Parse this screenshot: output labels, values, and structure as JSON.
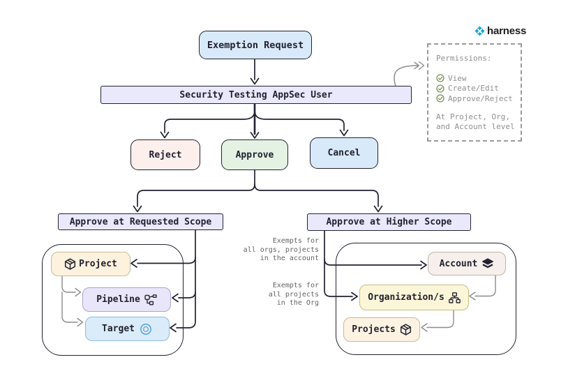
{
  "brand": {
    "name": "harness",
    "mark_color": "#0da5e0"
  },
  "flow": {
    "exemption": "Exemption Request",
    "appsec_user": "Security Testing AppSec User",
    "reject": "Reject",
    "approve": "Approve",
    "cancel": "Cancel",
    "requested_scope": "Approve at Requested Scope",
    "higher_scope": "Approve at Higher Scope"
  },
  "requested_scope_group": {
    "project": "Project",
    "pipeline": "Pipeline",
    "target": "Target"
  },
  "higher_scope_group": {
    "account": "Account",
    "organizations": "Organization/s",
    "projects": "Projects"
  },
  "permissions": {
    "title": "Permissions:",
    "items": [
      "View",
      "Create/Edit",
      "Approve/Reject"
    ],
    "footer_line1": "At Project, Org,",
    "footer_line2": "and Account level"
  },
  "annotations": {
    "account_note_line1": "Exempts for",
    "account_note_line2": "all orgs, projects",
    "account_note_line3": "in the account",
    "org_note_line1": "Exempts for",
    "org_note_line2": "all projects",
    "org_note_line3": "in the Org"
  },
  "colors": {
    "stroke_dark": "#21212f",
    "stroke_gray": "#8b8b8b",
    "exemption_fill": "#d8eaf9",
    "lavender_fill": "#eae8fb",
    "reject_fill": "#fcefec",
    "approve_fill": "#e4f2e3",
    "cancel_fill": "#d8eaf8",
    "project_fill": "#fdf2de",
    "pipeline_fill": "#eae6f9",
    "target_fill": "#daecfa",
    "account_fill": "#f6efeb",
    "organization_fill": "#fcf6d8",
    "projects_fill": "#fdf3e3",
    "check_green": "#7e9155",
    "target_ring_blue": "#4da3e8"
  }
}
